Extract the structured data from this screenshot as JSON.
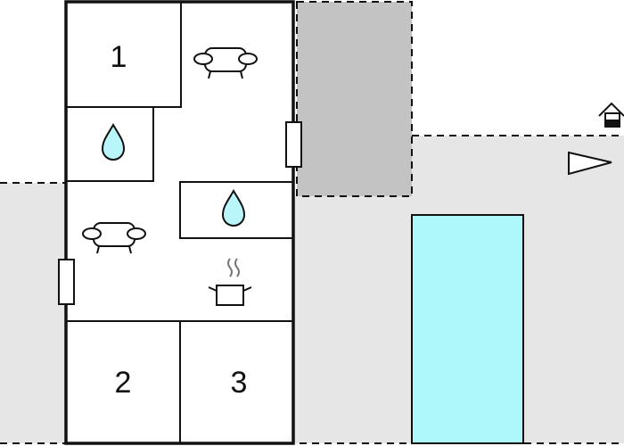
{
  "rooms": [
    {
      "label": "1",
      "type": "bedroom"
    },
    {
      "label": "2",
      "type": "bedroom"
    },
    {
      "label": "3",
      "type": "bedroom"
    }
  ],
  "icons": [
    "sofa-icon",
    "water-drop-icon",
    "cooking-pot-icon",
    "house-icon",
    "direction-arrow-icon"
  ],
  "colors": {
    "pool": "#aef8fc",
    "terrace": "#c3c3c3",
    "garden": "#e6e6e6",
    "water": "#b8f6fa"
  }
}
